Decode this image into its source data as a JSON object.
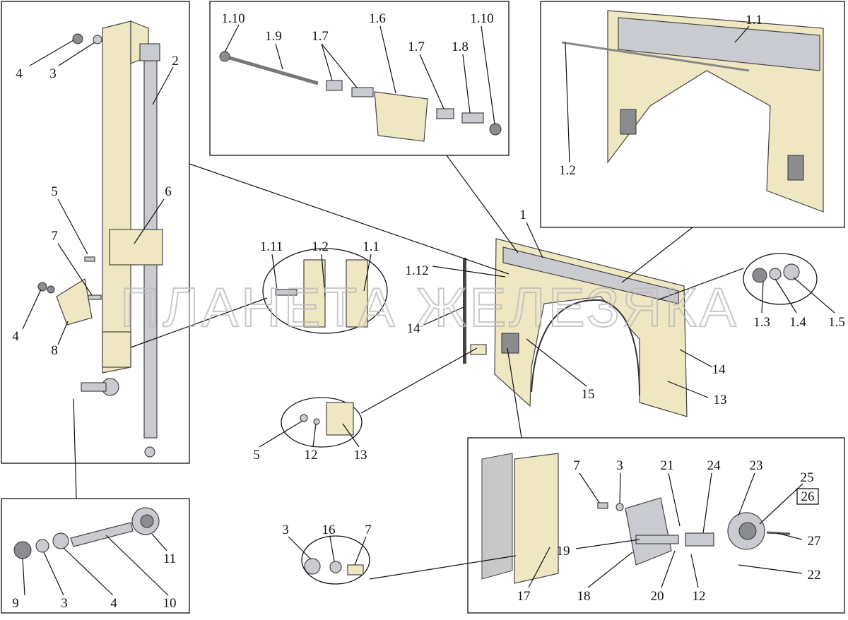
{
  "watermark": "ПЛАНЕТА ЖЕЛЕЗЯКА",
  "panels": {
    "left": [
      "4",
      "3",
      "2",
      "5",
      "6",
      "7",
      "4",
      "8"
    ],
    "bottom_left": [
      "9",
      "3",
      "4",
      "10",
      "11"
    ],
    "top": [
      "1.10",
      "1.9",
      "1.7",
      "1.6",
      "1.7",
      "1.8",
      "1.10"
    ],
    "top_right": [
      "1.1",
      "1.2"
    ],
    "center": [
      "1.11",
      "1.2",
      "1.1",
      "1.12",
      "1",
      "14",
      "15",
      "14",
      "13",
      "1.3",
      "1.4",
      "1.5",
      "5",
      "12",
      "13"
    ],
    "bottom_center": [
      "3",
      "16",
      "7"
    ],
    "bottom_right": [
      "7",
      "3",
      "21",
      "24",
      "23",
      "25",
      "26",
      "27",
      "22",
      "19",
      "18",
      "20",
      "12",
      "17"
    ]
  },
  "colors": {
    "part": "#efe6c2",
    "metal": "#c9cbd0",
    "line": "#111111"
  }
}
